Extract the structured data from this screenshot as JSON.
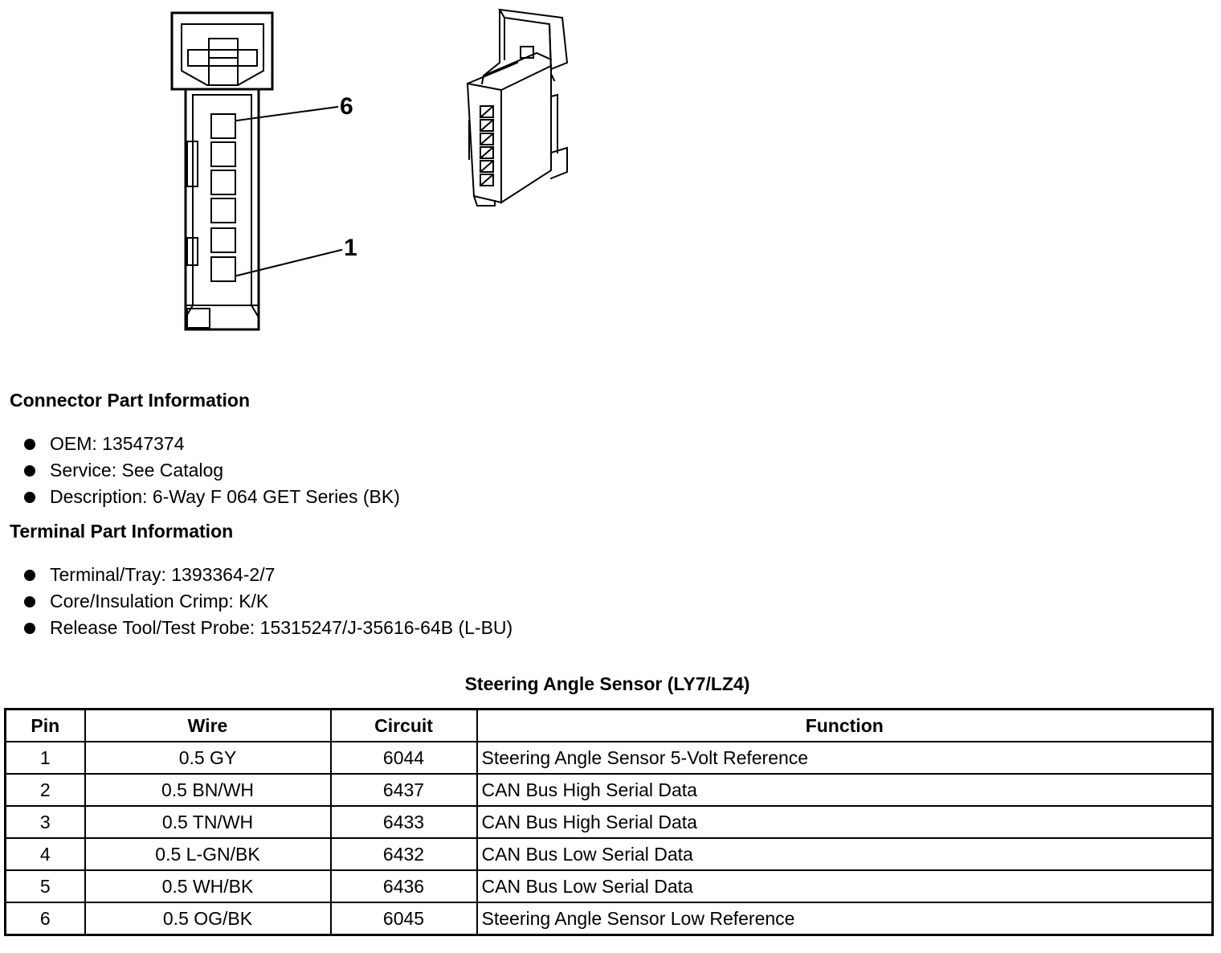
{
  "diagram": {
    "pin_labels": [
      "6",
      "1"
    ]
  },
  "connector_info": {
    "heading": "Connector Part Information",
    "items": [
      "OEM: 13547374",
      "Service: See Catalog",
      "Description: 6-Way F 064 GET Series (BK)"
    ]
  },
  "terminal_info": {
    "heading": "Terminal Part Information",
    "items": [
      "Terminal/Tray: 1393364-2/7",
      "Core/Insulation Crimp: K/K",
      "Release Tool/Test Probe: 15315247/J-35616-64B (L-BU)"
    ]
  },
  "table": {
    "title": "Steering Angle Sensor (LY7/LZ4)",
    "headers": [
      "Pin",
      "Wire",
      "Circuit",
      "Function"
    ],
    "rows": [
      [
        "1",
        "0.5 GY",
        "6044",
        "Steering Angle Sensor 5-Volt Reference"
      ],
      [
        "2",
        "0.5 BN/WH",
        "6437",
        "CAN Bus High Serial Data"
      ],
      [
        "3",
        "0.5 TN/WH",
        "6433",
        "CAN Bus High Serial Data"
      ],
      [
        "4",
        "0.5 L-GN/BK",
        "6432",
        "CAN Bus Low Serial Data"
      ],
      [
        "5",
        "0.5 WH/BK",
        "6436",
        "CAN Bus Low Serial Data"
      ],
      [
        "6",
        "0.5 OG/BK",
        "6045",
        "Steering Angle Sensor Low Reference"
      ]
    ]
  }
}
